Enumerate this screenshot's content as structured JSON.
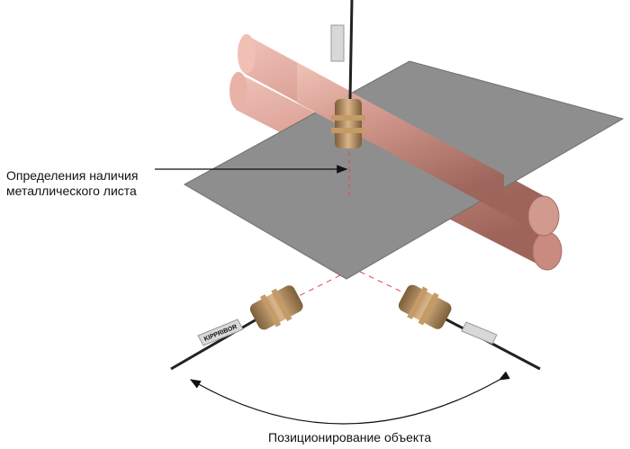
{
  "labels": {
    "detection_line1": "Определения наличия",
    "detection_line2": "металлического листа",
    "positioning": "Позиционирование объекта"
  },
  "sensor_tag_text": "KIPPRIBOR",
  "colors": {
    "sheet": "#8e8e8e",
    "rod": "#d4968b",
    "sensor": "#b08a5c",
    "beam": "#e0484a"
  }
}
